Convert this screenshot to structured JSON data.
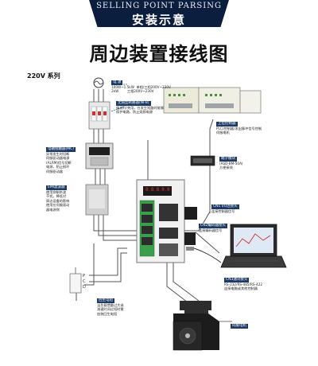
{
  "banner": {
    "en": "SELLING POINT PARSING",
    "cn": "安装示意"
  },
  "title": "周边装置接线图",
  "series_label": "220V 系列",
  "labels": {
    "power": {
      "head": "电 源",
      "body": "100W~1.5kW  单相/三相200V~230V\n2kW        三相200V~230V"
    },
    "nfb": {
      "head": "无熔丝断路器(NFB)",
      "body": "电源开/关用，在发生短路时能够\n保护电路，防止烧损电源"
    },
    "mc": {
      "head": "电磁接触器(MC)",
      "body": "异常发生时切断\n伺服驱动器电源\n(ALRM)信号切断\n电源，防止损坏\n伺服驱动器"
    },
    "emi": {
      "head": "EMI滤波器",
      "body": "使用抑制杂波\n干扰，降低对\n周边设备的影响\n使用在伺服驱动\n器电源侧"
    },
    "plc": {
      "head": "上位控制器",
      "body": "PLC(控制器)发出脉冲信号控制\n伺服电机"
    },
    "terminal": {
      "head": "端子模块",
      "body": "(ASD-BM-50A)\n方便接线"
    },
    "cn1": {
      "head": "CN1 I/O连接头",
      "body": "连接控制器信号"
    },
    "cn2": {
      "head": "CN2编码器接头",
      "body": "连接编码器信号"
    },
    "cn3": {
      "head": "CN3通讯接头",
      "body": "RS-232/RS-485/RS-422\n连接电脑或其他控制器"
    },
    "regen": {
      "head": "回生电阻",
      "body": "当负载惯量过大或\n减速时间过短时需\n加装回生电阻"
    },
    "motor": {
      "head": "伺服电机",
      "body": ""
    }
  },
  "drive_display": "8.8.8.8.8",
  "terminal_mark": {
    "p": "P",
    "c": "C",
    "d": "D"
  }
}
